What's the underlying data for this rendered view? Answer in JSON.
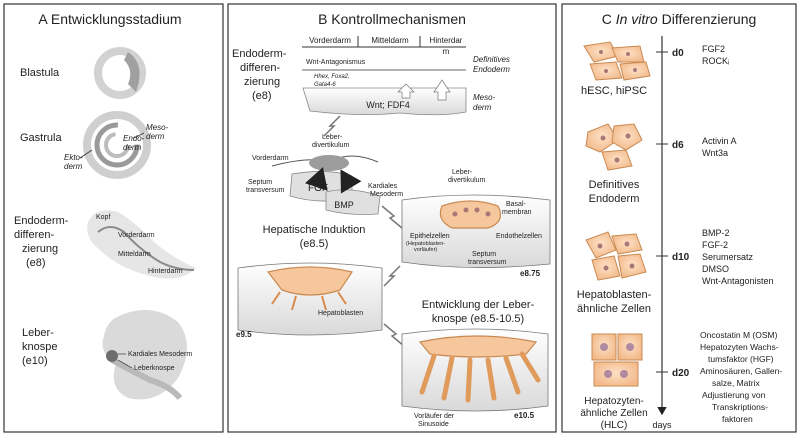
{
  "panelA": {
    "title": "A Entwicklungsstadium",
    "stages": {
      "blastula": "Blastula",
      "gastrula": "Gastrula",
      "endoderm_diff": [
        "Endoderm-",
        "differen-",
        "zierung",
        "(e8)"
      ],
      "leberknospe": [
        "Leber-",
        "knospe",
        "(e10)"
      ]
    },
    "gastrula_labels": {
      "endo": [
        "Endo-",
        "derm"
      ],
      "meso": [
        "Meso-",
        "derm"
      ],
      "ekto": [
        "Ekto-",
        "derm"
      ]
    },
    "e8_labels": {
      "kopf": "Kopf",
      "vorderdarm": "Vorderdarm",
      "mitteldarm": "Mitteldarm",
      "hinterdarm": "Hinterdarm"
    },
    "e10_labels": {
      "kardiales": "Kardiales Mesoderm",
      "leberknospe": "Leberknospe"
    }
  },
  "panelB": {
    "title": "B Kontrollmechanismen",
    "endo_label": [
      "Endoderm-",
      "differen-",
      "zierung",
      "(e8)"
    ],
    "regions": {
      "vorderdarm": "Vorderdarm",
      "mitteldarm": "Mitteldarm",
      "hinterdarm": "Hinterdar",
      "m": "m"
    },
    "wnt_antagonismus": "Wnt-Antagonismus",
    "tf_line1": "Hhex, Foxa2,",
    "tf_line2": "Gata4-6",
    "definitives": [
      "Definitives",
      "Endoderm"
    ],
    "wnt_fdf": "Wnt; FDF4",
    "mesoderm": [
      "Meso-",
      "derm"
    ],
    "leber_div": [
      "Leber-",
      "divertikulum"
    ],
    "vorderdarm2": "Vorderdarm",
    "fgf": "FGF",
    "bmp": "BMP",
    "septum": [
      "Septum",
      "transversum"
    ],
    "kardiales": [
      "Kardiales",
      "Mesoderm"
    ],
    "hep_induktion": "Hepatische Induktion",
    "e85": "(e8.5)",
    "inset1": {
      "leber_div": [
        "Leber-",
        "divertikulum"
      ],
      "basalmembran": [
        "Basal-",
        "membran"
      ],
      "endothel": "Endothelzellen",
      "epithel": "Epithelzellen",
      "epithel_sub": [
        "(Hepatoblasten-",
        "vorläufer)"
      ],
      "septum": [
        "Septum",
        "transversum"
      ],
      "stage": "e8.75"
    },
    "inset2": {
      "hepatoblasten": "Hepatoblasten",
      "stage": "e9.5"
    },
    "entwicklung": [
      "Entwicklung der Leber-",
      "knospe (e8.5-10.5)"
    ],
    "inset3": {
      "vorlaeufer": [
        "Vorläufer der",
        "Sinusoide"
      ],
      "stage": "e10.5"
    }
  },
  "panelC": {
    "title_pre": "C ",
    "title_it": "In vitro",
    "title_post": " Differenzierung",
    "stages": [
      {
        "label": [
          "hESC, hiPSC"
        ],
        "day": "d0",
        "factors": [
          "FGF2",
          "ROCKᵢ"
        ]
      },
      {
        "label": [
          "Definitives",
          "Endoderm"
        ],
        "day": "d6",
        "factors": [
          "Activin A",
          "Wnt3a"
        ]
      },
      {
        "label": [
          "Hepatoblasten-",
          "ähnliche Zellen"
        ],
        "day": "d10",
        "factors": [
          "BMP-2",
          "FGF-2",
          "Serumersatz",
          "DMSO",
          "Wnt-Antagonisten"
        ]
      },
      {
        "label": [
          "Hepatozyten-",
          "ähnliche Zellen",
          "(HLC)"
        ],
        "day": "d20",
        "factors": [
          "Oncostatin M (OSM)",
          "Hepatozyten Wachs-",
          "tumsfaktor (HGF)",
          "Aminosäuren, Gallen-",
          "salze, Matrix",
          "Adjustierung von",
          "Transkriptions-",
          "faktoren"
        ]
      }
    ],
    "days_label": "days"
  },
  "colors": {
    "cell_fill": "#f6c79c",
    "cell_stroke": "#c98a52",
    "nucleus": "#b08aa0",
    "panel_border": "#333333",
    "grey_tissue": "#d8d8d8"
  }
}
